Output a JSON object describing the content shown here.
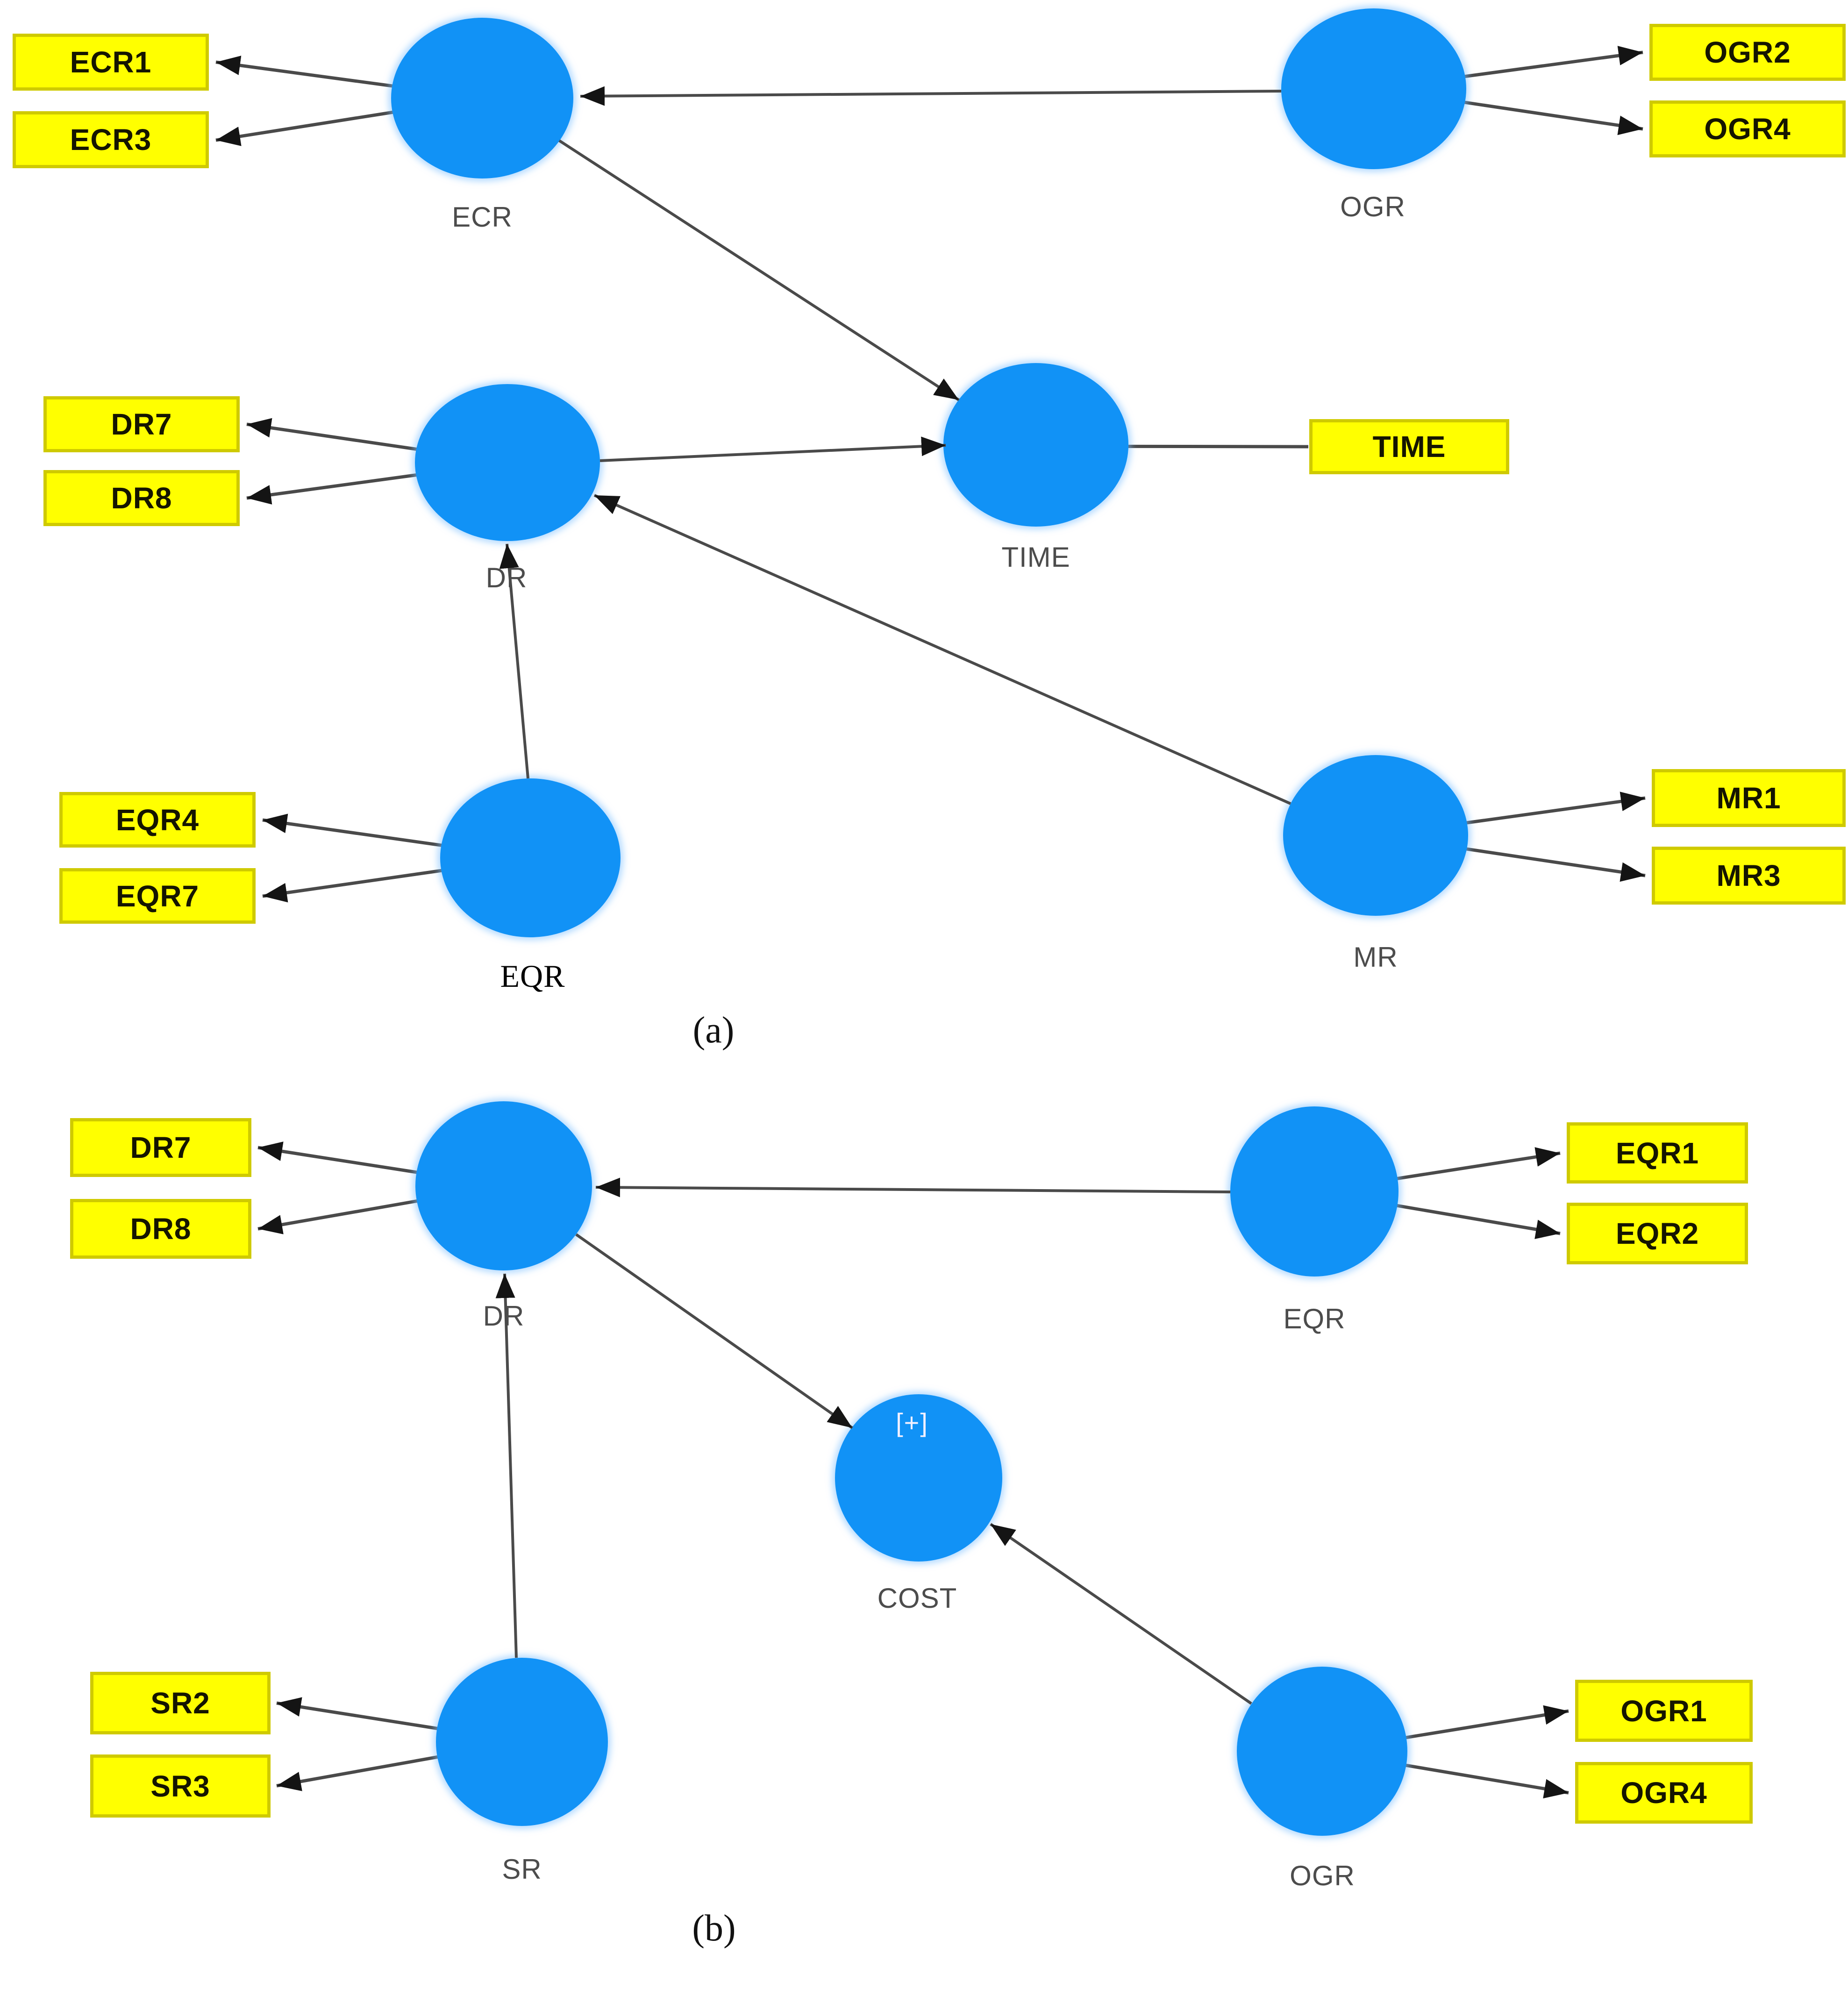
{
  "colors": {
    "construct_fill": "#1192F6",
    "indicator_fill": "#FFFF00",
    "indicator_border": "#CFCA00",
    "arrow_line": "#4a4a4a",
    "arrowhead": "#141414",
    "construct_label": "#4c4c4c"
  },
  "panels": [
    {
      "id": "a",
      "caption": "(a)",
      "constructs": [
        {
          "label": "ECR"
        },
        {
          "label": "OGR"
        },
        {
          "label": "DR"
        },
        {
          "label": "TIME"
        },
        {
          "label": "EQR"
        },
        {
          "label": "MR"
        }
      ],
      "indicators": [
        {
          "label": "ECR1"
        },
        {
          "label": "ECR3"
        },
        {
          "label": "OGR2"
        },
        {
          "label": "OGR4"
        },
        {
          "label": "DR7"
        },
        {
          "label": "DR8"
        },
        {
          "label": "TIME"
        },
        {
          "label": "EQR4"
        },
        {
          "label": "EQR7"
        },
        {
          "label": "MR1"
        },
        {
          "label": "MR3"
        }
      ],
      "paths": [
        {
          "from": "OGR",
          "to": "ECR"
        },
        {
          "from": "ECR",
          "to": "TIME"
        },
        {
          "from": "DR",
          "to": "TIME"
        },
        {
          "from": "EQR",
          "to": "DR"
        },
        {
          "from": "MR",
          "to": "DR"
        }
      ]
    },
    {
      "id": "b",
      "caption": "(b)",
      "constructs": [
        {
          "label": "DR"
        },
        {
          "label": "EQR"
        },
        {
          "label": "COST",
          "badge": "[+]"
        },
        {
          "label": "SR"
        },
        {
          "label": "OGR"
        }
      ],
      "indicators": [
        {
          "label": "DR7"
        },
        {
          "label": "DR8"
        },
        {
          "label": "EQR1"
        },
        {
          "label": "EQR2"
        },
        {
          "label": "SR2"
        },
        {
          "label": "SR3"
        },
        {
          "label": "OGR1"
        },
        {
          "label": "OGR4"
        }
      ],
      "paths": [
        {
          "from": "EQR",
          "to": "DR"
        },
        {
          "from": "DR",
          "to": "COST"
        },
        {
          "from": "SR",
          "to": "DR"
        },
        {
          "from": "OGR",
          "to": "COST"
        }
      ]
    }
  ]
}
